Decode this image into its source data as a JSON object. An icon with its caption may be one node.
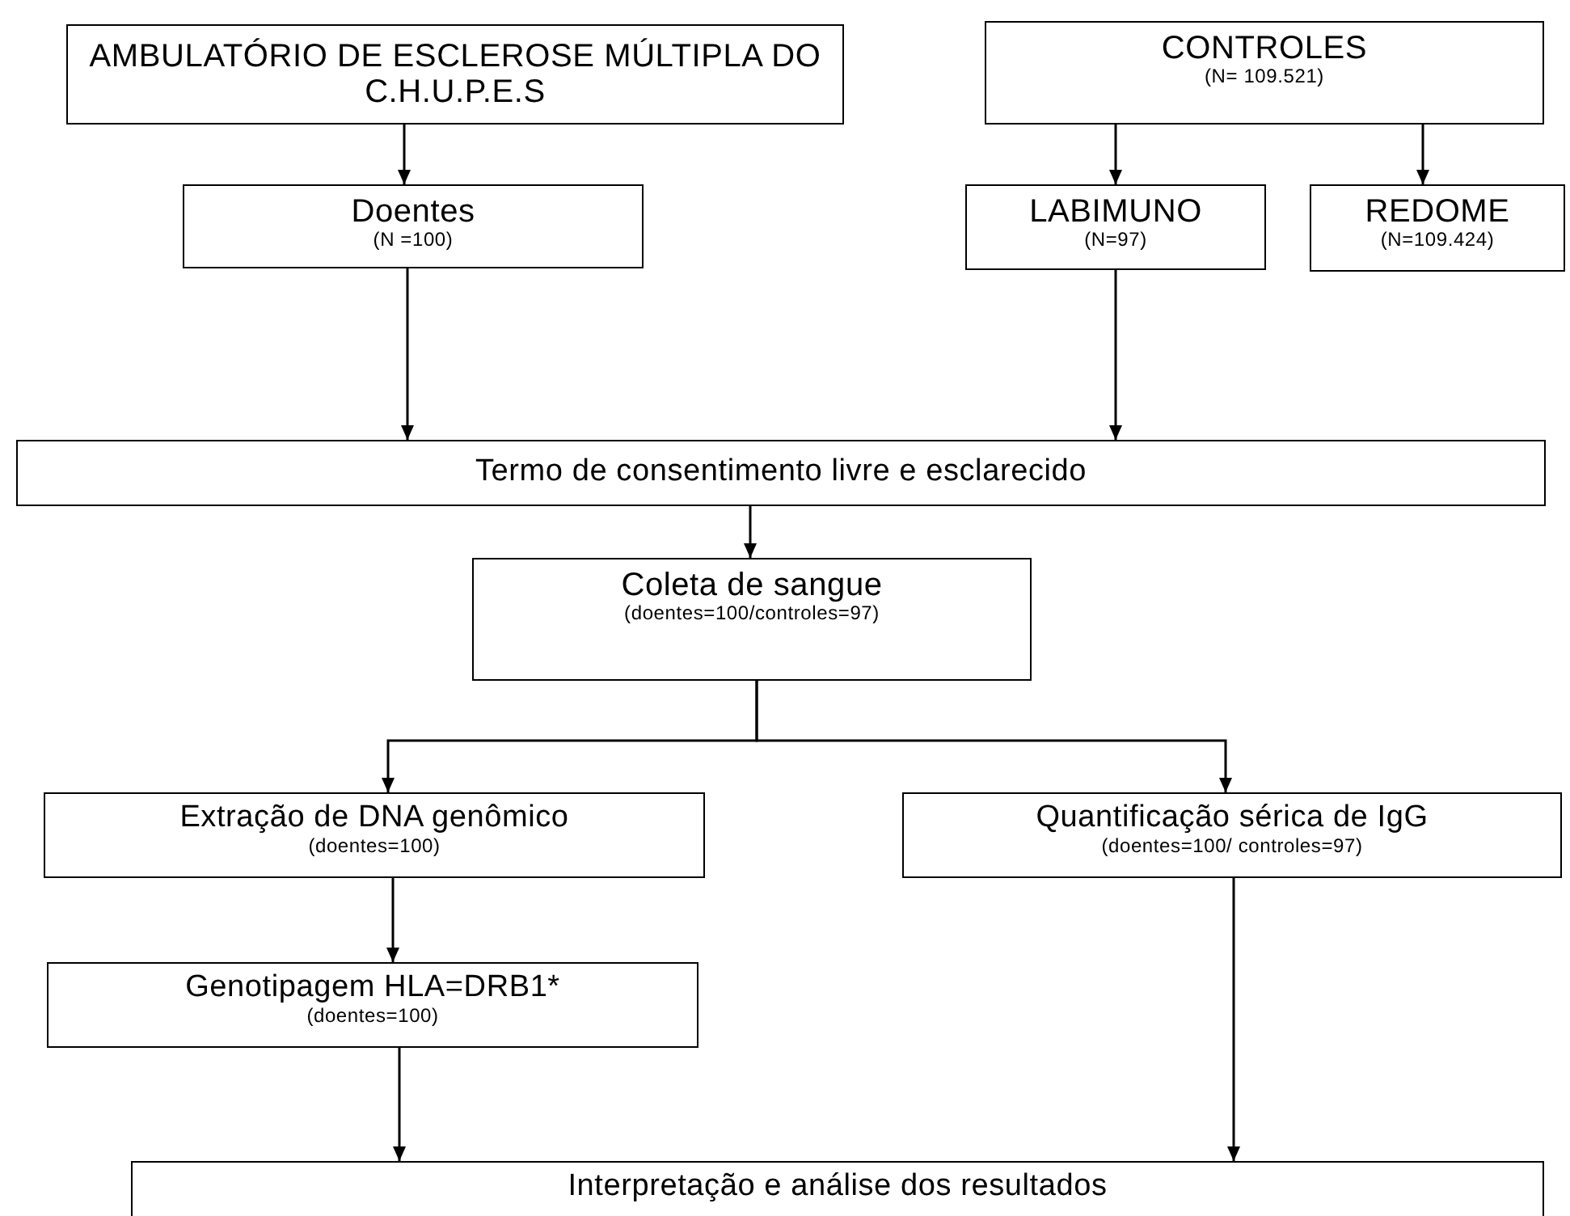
{
  "diagram": {
    "nodes": [
      {
        "text": [
          "AMBULATÓRIO DE ESCLEROSE MÚLTIPLA DO C.H.U.P.E.S"
        ]
      },
      {
        "text": [
          "CONTROLES",
          "(N= 109.521)"
        ]
      },
      {
        "text": [
          "Doentes",
          "(N =100)"
        ]
      },
      {
        "text": [
          "LABIMUNO",
          "(N=97)"
        ]
      },
      {
        "text": [
          "REDOME",
          "(N=109.424)"
        ]
      },
      {
        "text": [
          "Termo de consentimento livre e esclarecido"
        ]
      },
      {
        "text": [
          "Coleta de sangue",
          "(doentes=100/controles=97)"
        ]
      },
      {
        "text": [
          "Extração de DNA genômico",
          "(doentes=100)"
        ]
      },
      {
        "text": [
          "Quantificação sérica de IgG",
          "(doentes=100/ controles=97)"
        ]
      },
      {
        "text": [
          "Genotipagem HLA=DRB1*",
          "(doentes=100)"
        ]
      },
      {
        "text": [
          "Interpretação e análise dos resultados"
        ]
      }
    ],
    "edges": [
      {
        "from": 0,
        "to": 2,
        "arrow": "to"
      },
      {
        "from": 1,
        "to": 3,
        "arrow": "to"
      },
      {
        "from": 1,
        "to": 4,
        "arrow": "to"
      },
      {
        "from": 2,
        "to": 5,
        "arrow": "to"
      },
      {
        "from": 3,
        "to": 5,
        "arrow": "to"
      },
      {
        "from": 5,
        "to": 6,
        "arrow": "to"
      },
      {
        "from": 6,
        "to": 7,
        "arrow": "to"
      },
      {
        "from": 6,
        "to": 8,
        "arrow": "to"
      },
      {
        "from": 7,
        "to": 9,
        "arrow": "to"
      },
      {
        "from": 9,
        "to": 10,
        "arrow": "to"
      },
      {
        "from": 8,
        "to": 10,
        "arrow": "to"
      }
    ]
  }
}
